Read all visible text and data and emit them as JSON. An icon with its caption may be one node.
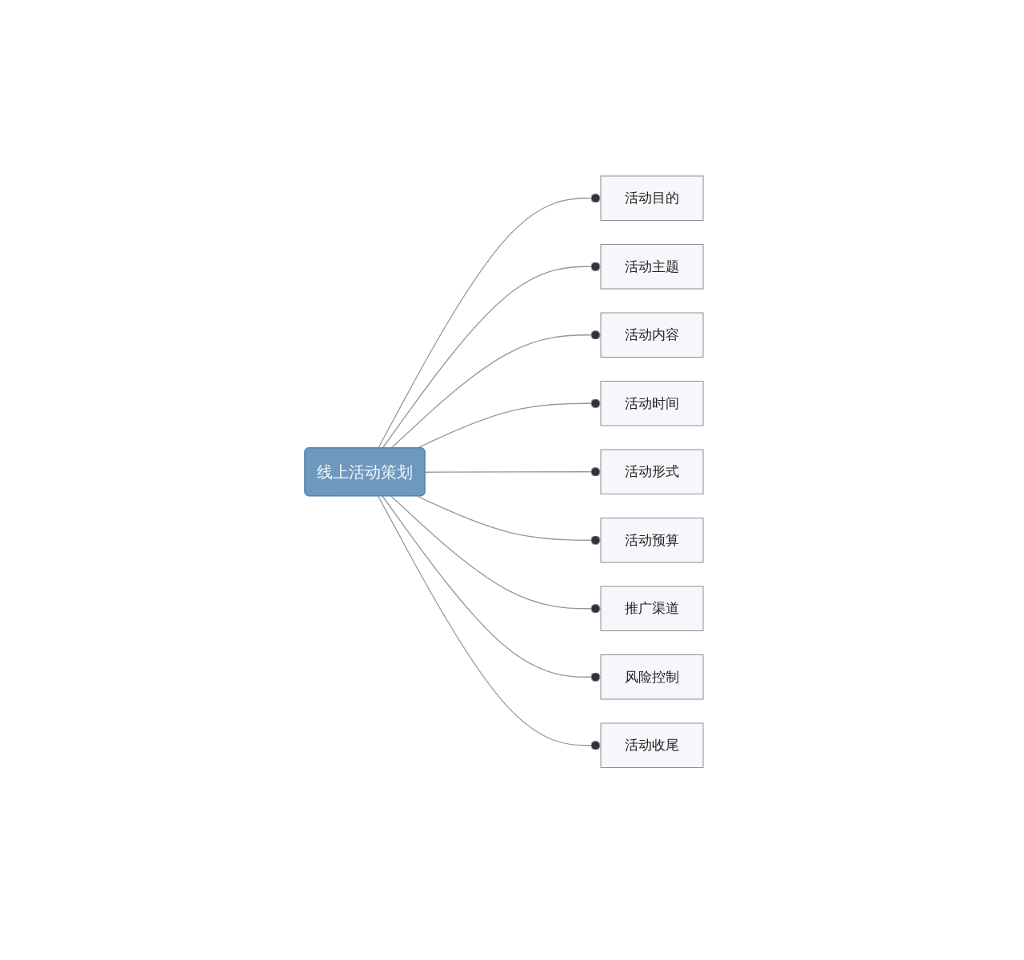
{
  "diagram": {
    "nodes": [
      {
        "text": [
          "线上活动策划"
        ]
      },
      {
        "text": [
          "活动目的"
        ]
      },
      {
        "text": [
          "活动主题"
        ]
      },
      {
        "text": [
          "活动内容"
        ]
      },
      {
        "text": [
          "活动时间"
        ]
      },
      {
        "text": [
          "活动形式"
        ]
      },
      {
        "text": [
          "活动预算"
        ]
      },
      {
        "text": [
          "推广渠道"
        ]
      },
      {
        "text": [
          "风险控制"
        ]
      },
      {
        "text": [
          "活动收尾"
        ]
      }
    ],
    "edges": [
      {
        "from": 0,
        "to": 1,
        "arrow": "other"
      },
      {
        "from": 0,
        "to": 2,
        "arrow": "other"
      },
      {
        "from": 0,
        "to": 3,
        "arrow": "other"
      },
      {
        "from": 0,
        "to": 4,
        "arrow": "other"
      },
      {
        "from": 0,
        "to": 5,
        "arrow": "other"
      },
      {
        "from": 0,
        "to": 6,
        "arrow": "other"
      },
      {
        "from": 0,
        "to": 7,
        "arrow": "other"
      },
      {
        "from": 0,
        "to": 8,
        "arrow": "other"
      },
      {
        "from": 0,
        "to": 9,
        "arrow": "other"
      }
    ]
  }
}
